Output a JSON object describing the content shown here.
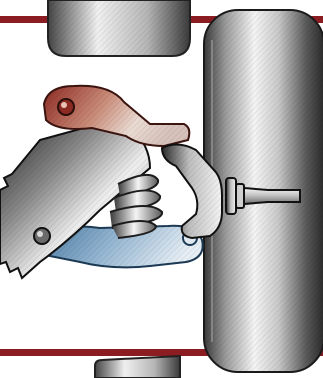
{
  "illustration": {
    "subject": "",
    "parts": [
      {
        "id": "chassis-rail-top",
        "type": "rail"
      },
      {
        "id": "chassis-rail-bottom",
        "type": "rail"
      },
      {
        "id": "frame-block-top",
        "type": "body"
      },
      {
        "id": "frame-block-bottom",
        "type": "body"
      },
      {
        "id": "upper-control-arm",
        "type": "arm"
      },
      {
        "id": "lower-control-arm",
        "type": "arm"
      },
      {
        "id": "coil-spring",
        "type": "spring"
      },
      {
        "id": "steering-knuckle",
        "type": "knuckle"
      },
      {
        "id": "wheel-tire",
        "type": "tire"
      },
      {
        "id": "axle-stub",
        "type": "axle"
      },
      {
        "id": "subframe-bracket",
        "type": "bracket"
      }
    ]
  },
  "colors": {
    "rail": "#8b1c22",
    "upper_arm": "#a23a2c",
    "lower_arm": "#5e8fb6",
    "metal_dark": "#2a2a2a",
    "metal_light": "#f2f2f2",
    "outline": "#222222"
  }
}
